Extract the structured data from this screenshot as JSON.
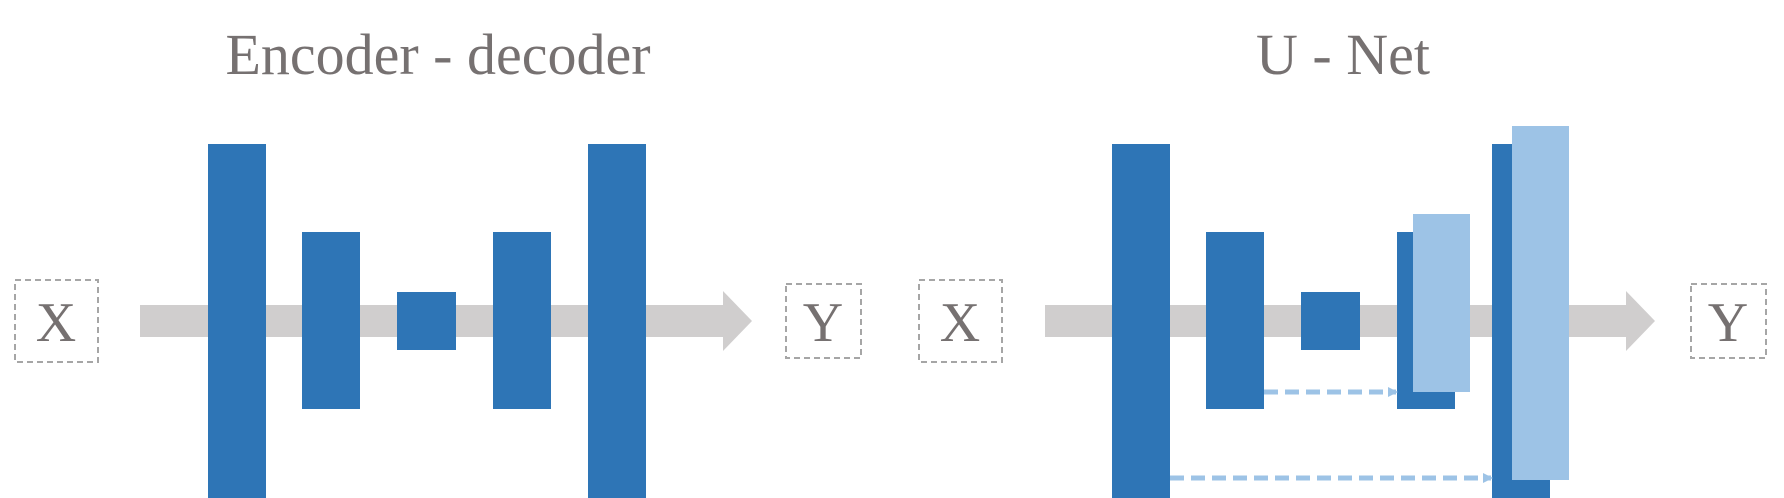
{
  "colors": {
    "encoder_block": "#2e75b6",
    "upsampled_block": "#9dc3e6",
    "skip_connection": "#9dc3e6",
    "flow_arrow": "#d0cece",
    "text": "#767171",
    "io_border": "#a6a6a6"
  },
  "encoder_decoder": {
    "title": "Encoder - decoder",
    "input_label": "X",
    "output_label": "Y"
  },
  "unet": {
    "title": "U - Net",
    "input_label": "X",
    "output_label": "Y"
  }
}
